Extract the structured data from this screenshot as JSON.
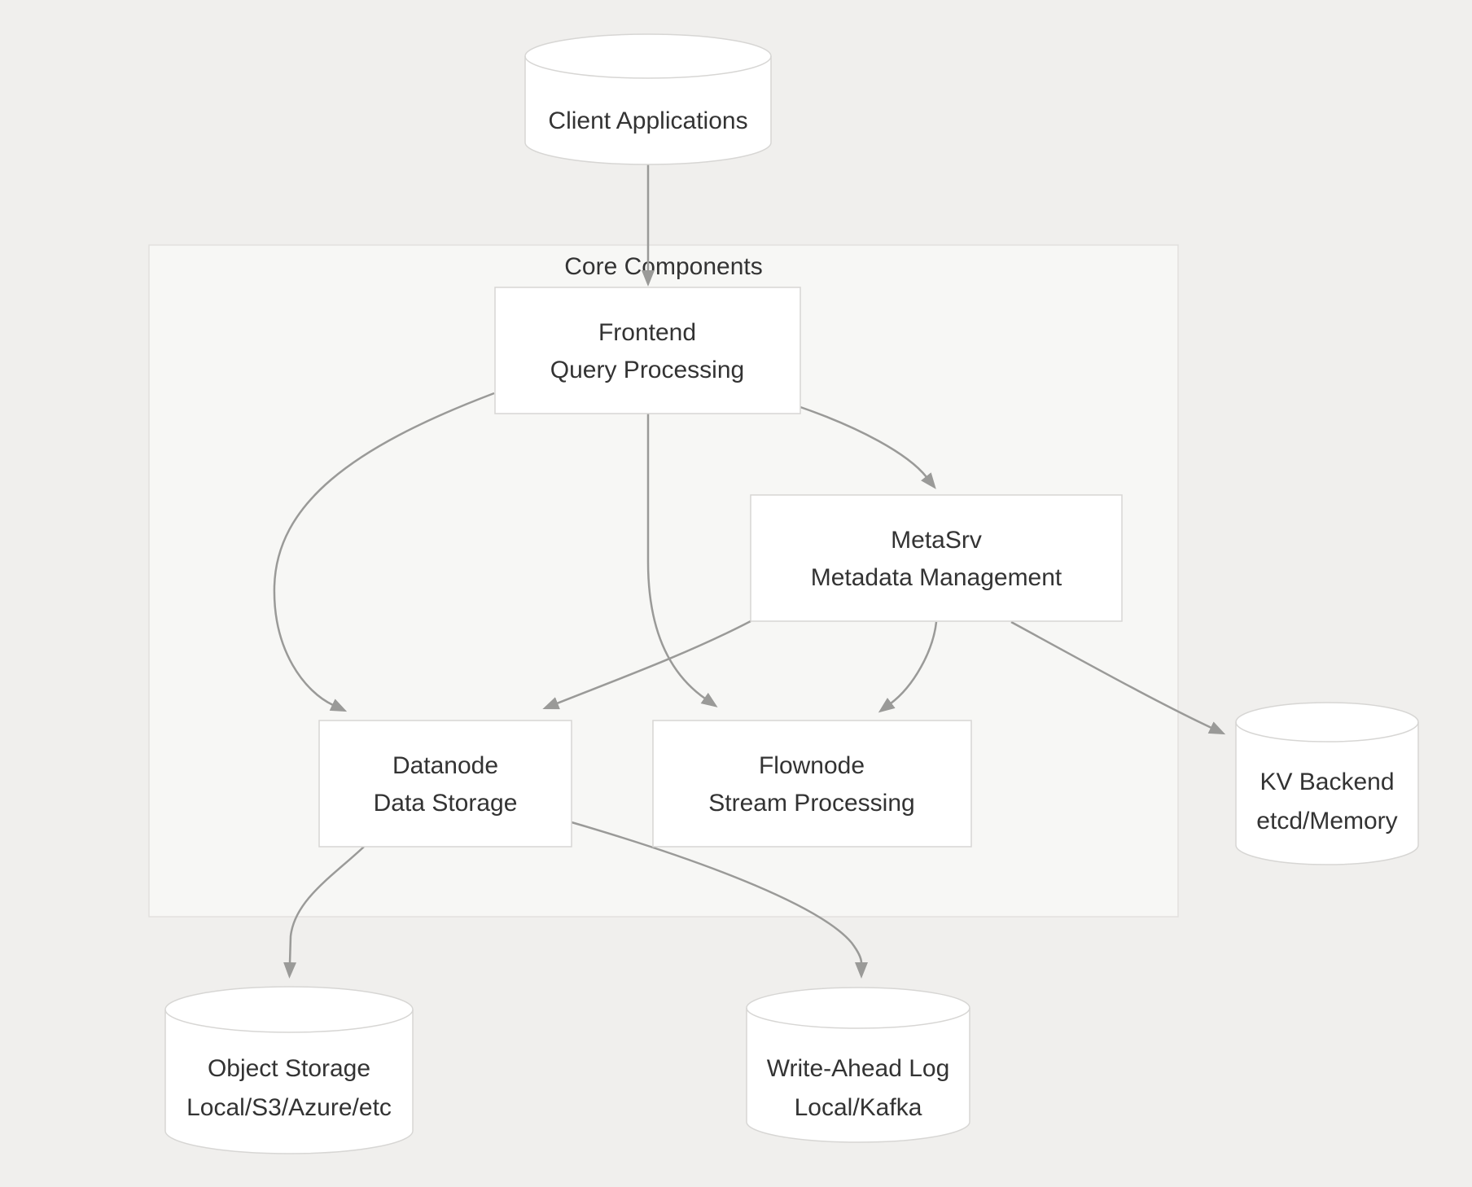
{
  "diagram_type": "architecture-flowchart",
  "container": {
    "label": "Core Components"
  },
  "nodes": {
    "client": {
      "shape": "cylinder",
      "lines": [
        "Client Applications"
      ]
    },
    "frontend": {
      "shape": "rect",
      "lines": [
        "Frontend",
        "Query Processing"
      ]
    },
    "metasrv": {
      "shape": "rect",
      "lines": [
        "MetaSrv",
        "Metadata Management"
      ]
    },
    "datanode": {
      "shape": "rect",
      "lines": [
        "Datanode",
        "Data Storage"
      ]
    },
    "flownode": {
      "shape": "rect",
      "lines": [
        "Flownode",
        "Stream Processing"
      ]
    },
    "kv_backend": {
      "shape": "cylinder",
      "lines": [
        "KV Backend",
        "etcd/Memory"
      ]
    },
    "object_storage": {
      "shape": "cylinder",
      "lines": [
        "Object Storage",
        "Local/S3/Azure/etc"
      ]
    },
    "write_ahead_log": {
      "shape": "cylinder",
      "lines": [
        "Write-Ahead Log",
        "Local/Kafka"
      ]
    }
  },
  "edges": [
    {
      "from": "client",
      "to": "frontend"
    },
    {
      "from": "frontend",
      "to": "datanode"
    },
    {
      "from": "frontend",
      "to": "flownode"
    },
    {
      "from": "frontend",
      "to": "metasrv"
    },
    {
      "from": "metasrv",
      "to": "datanode"
    },
    {
      "from": "metasrv",
      "to": "flownode"
    },
    {
      "from": "metasrv",
      "to": "kv_backend"
    },
    {
      "from": "datanode",
      "to": "object_storage"
    },
    {
      "from": "datanode",
      "to": "write_ahead_log"
    }
  ],
  "colors": {
    "background": "#f0efed",
    "container_fill": "#f7f7f5",
    "container_border": "#e2e1df",
    "node_fill": "#ffffff",
    "node_border": "#d7d6d4",
    "edge_color": "#9a9a98",
    "text_color": "#333333"
  }
}
